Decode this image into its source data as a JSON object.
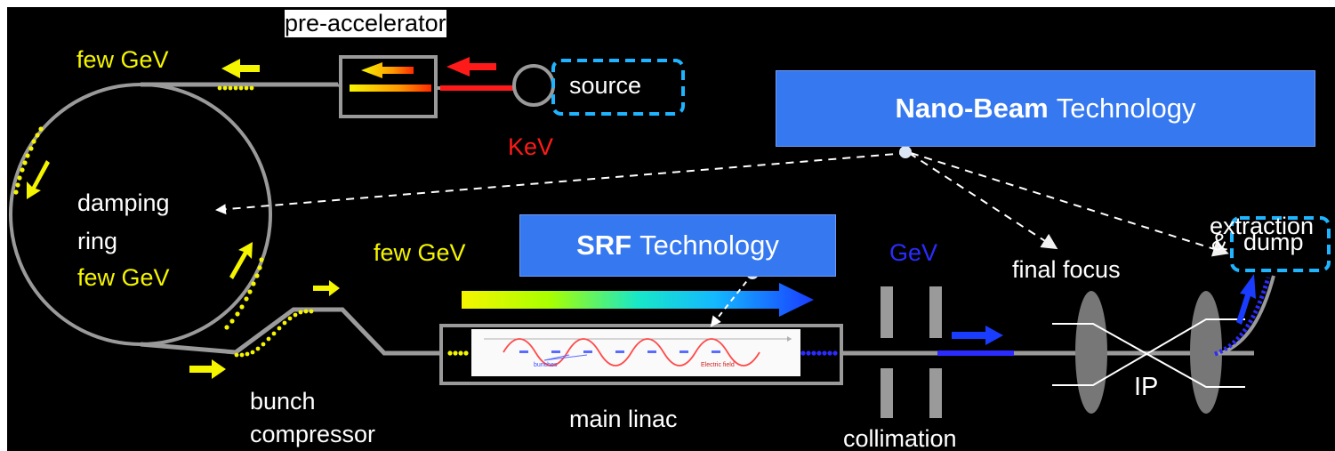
{
  "labels": {
    "pre_accelerator": "pre-accelerator",
    "few_gev_top": "few GeV",
    "source": "source",
    "kev": "KeV",
    "damping": "damping",
    "ring": "ring",
    "few_gev_ring": "few GeV",
    "few_gev_linac": "few GeV",
    "gev": "GeV",
    "final_focus": "final focus",
    "extraction": "extraction",
    "dump_amp": "&",
    "dump": "dump",
    "bunch": "bunch",
    "compressor": "compressor",
    "main_linac": "main linac",
    "collimation": "collimation",
    "ip": "IP",
    "linac_inset_bunches": "bunches",
    "linac_inset_field": "Electric field"
  },
  "tech_boxes": {
    "nano_beam_bold": "Nano-Beam",
    "nano_beam_rest": "Technology",
    "srf_bold": "SRF",
    "srf_rest": "Technology"
  },
  "colors": {
    "background": "#000000",
    "beamline": "#9a9a9a",
    "electron_low_energy": "#f5f500",
    "electron_source": "#ff1a1a",
    "electron_high_energy": "#2b2bff",
    "tech_box": "#3578f0",
    "dashed_outline": "#1fb4ff",
    "pointer": "#ffffff"
  }
}
